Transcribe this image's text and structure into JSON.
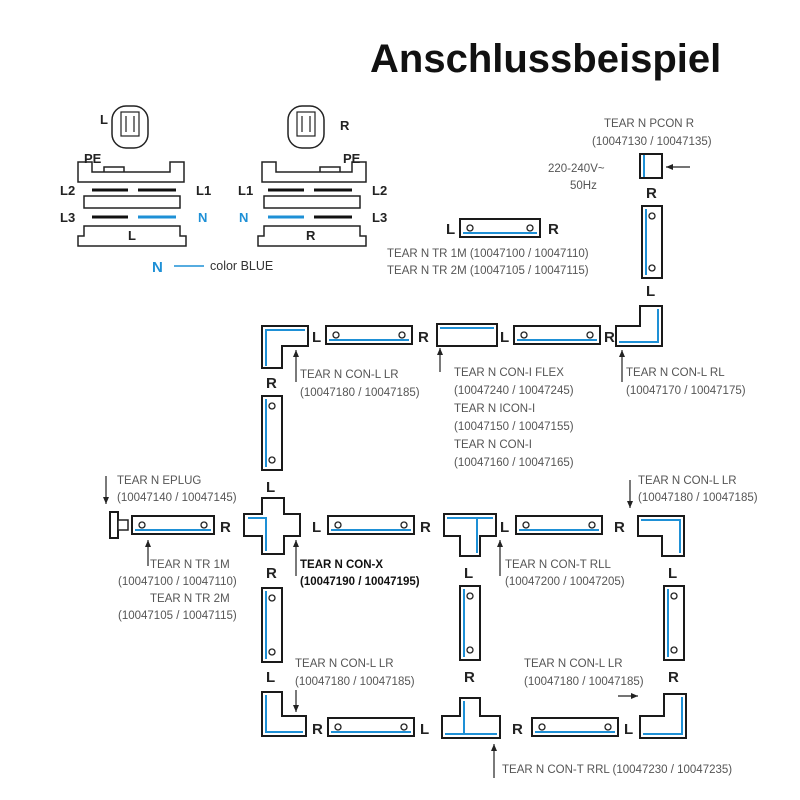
{
  "title": "Anschlussbeispiel",
  "schematic": {
    "left": {
      "top": "L",
      "pe": "PE",
      "l2": "L2",
      "l1": "L1",
      "l3": "L3",
      "n": "N",
      "bottom": "L"
    },
    "right": {
      "top": "R",
      "pe": "PE",
      "l1": "L1",
      "l2": "L2",
      "n": "N",
      "l3": "L3",
      "bottom": "R"
    },
    "legend_symbol": "N",
    "legend_text": "color BLUE"
  },
  "colors": {
    "neutral_blue": "#1e90d6",
    "outline": "#1a1a1a"
  },
  "markers": {
    "left": "L",
    "right": "R"
  },
  "labels": {
    "pcon_name": "TEAR N PCON R",
    "pcon_code": "(10047130 / 10047135)",
    "voltage": "220-240V~",
    "frequency": "50Hz",
    "tr_sample_1": "TEAR N TR 1M (10047100 / 10047110)",
    "tr_sample_2": "TEAR N TR 2M (10047105 / 10047115)",
    "conl_lr_top_name": "TEAR N CON-L LR",
    "conl_lr_top_code": "(10047180 / 10047185)",
    "coni_flex_name": "TEAR N CON-I FLEX",
    "coni_flex_code": "(10047240 / 10047245)",
    "iconi_name": "TEAR N ICON-I",
    "iconi_code": "(10047150 / 10047155)",
    "coni_name": "TEAR N CON-I",
    "coni_code": "(10047160 / 10047165)",
    "conl_rl_name": "TEAR N CON-L RL",
    "conl_rl_code": "(10047170 / 10047175)",
    "eplug_name": "TEAR N EPLUG",
    "eplug_code": "(10047140 / 10047145)",
    "conl_lr_right_name": "TEAR N CON-L LR",
    "conl_lr_right_code": "(10047180 / 10047185)",
    "tr1_name": "TEAR N TR 1M",
    "tr1_code": "(10047100 / 10047110)",
    "tr2_name": "TEAR N TR 2M",
    "tr2_code": "(10047105 / 10047115)",
    "conx_name": "TEAR N CON-X",
    "conx_code": "(10047190 / 10047195)",
    "cont_rll_name": "TEAR N CON-T RLL",
    "cont_rll_code": "(10047200 / 10047205)",
    "conl_lr_bl_name": "TEAR N CON-L LR",
    "conl_lr_bl_code": "(10047180 / 10047185)",
    "conl_lr_br_name": "TEAR N CON-L LR",
    "conl_lr_br_code": "(10047180 / 10047185)",
    "cont_rrl": "TEAR N CON-T RRL (10047230 / 10047235)"
  }
}
